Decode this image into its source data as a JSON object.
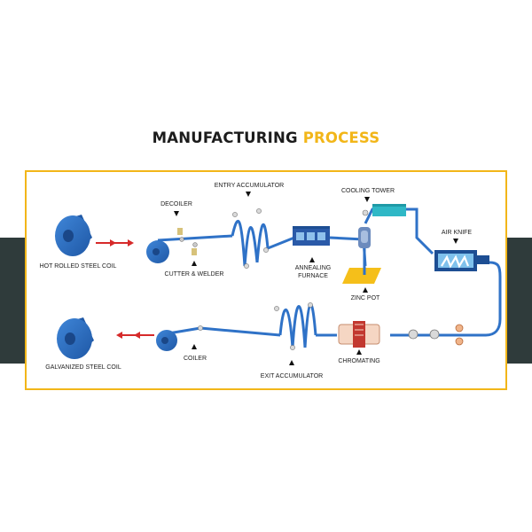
{
  "header": {
    "title_main": "MANUFACTURING",
    "title_accent": "PROCESS"
  },
  "colors": {
    "accent": "#f2b619",
    "band": "#2f3b3b",
    "steel_blue": "#2f72c7",
    "steel_dark": "#1d4e93",
    "arrow_red": "#d62a2a",
    "cooling_tower": "#2fb8c6",
    "zinc_pot": "#f5bf1a"
  },
  "labels": {
    "hot_rolled_coil": "HOT ROLLED STEEL COIL",
    "decoiler": "DECOILER",
    "cutter_welder": "CUTTER & WELDER",
    "entry_accumulator": "ENTRY ACCUMULATOR",
    "annealing_furnace_1": "ANNEALING",
    "annealing_furnace_2": "FURNACE",
    "cooling_tower": "COOLING TOWER",
    "zinc_pot": "ZINC POT",
    "air_knife": "AIR KNIFE",
    "chromating": "CHROMATING",
    "exit_accumulator": "EXIT ACCUMULATOR",
    "coiler": "COILER",
    "galvanized_coil": "GALVANIZED STEEL COIL"
  },
  "icons": {
    "coil": "steel-coil-icon",
    "pointer": "triangle-pointer-icon",
    "flow_arrow": "red-double-arrow-icon"
  }
}
